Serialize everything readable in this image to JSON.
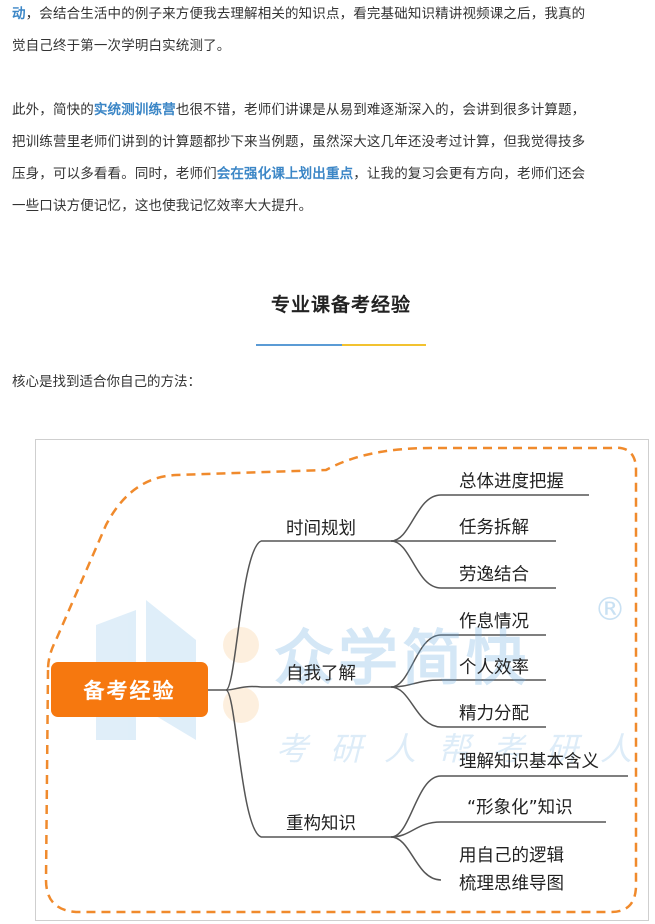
{
  "paragraph1": {
    "line1_bold": "动",
    "line1_rest": "，会结合生活中的例子来方便我去理解相关的知识点，看完基础知识精讲视频课之后，我真的",
    "line2": "觉自己终于第一次学明白实统测了。"
  },
  "paragraph2": {
    "line1_pre": "此外，简快的",
    "line1_link": "实统测训练营",
    "line1_post": "也很不错，老师们讲课是从易到难逐渐深入的，会讲到很多计算题，",
    "line2": "把训练营里老师们讲到的计算题都抄下来当例题，虽然深大这几年还没考过计算，但我觉得技多",
    "line3_pre": "压身，可以多看看。同时，老师们",
    "line3_link": "会在强化课上划出重点",
    "line3_post": "，让我的复习会更有方向，老师们还会",
    "line4": "一些口诀方便记忆，这也使我记忆效率大大提升。"
  },
  "section": {
    "title": "专业课备考经验",
    "intro": "核心是找到适合你自己的方法："
  },
  "mindmap": {
    "root": "备考经验",
    "branches": [
      {
        "label": "时间规划",
        "children": [
          "总体进度把握",
          "任务拆解",
          "劳逸结合"
        ]
      },
      {
        "label": "自我了解",
        "children": [
          "作息情况",
          "个人效率",
          "精力分配"
        ]
      },
      {
        "label": "重构知识",
        "children": [
          "理解知识基本含义",
          "“形象化”知识",
          "用自己的逻辑",
          "梳理思维导图"
        ]
      }
    ],
    "watermark": {
      "brand": "众学简快",
      "registered": "®",
      "slogan": "考研人帮考研人"
    },
    "colors": {
      "root": "#f6780f",
      "dash": "#f08a2c",
      "watermark": "#63aade"
    }
  }
}
